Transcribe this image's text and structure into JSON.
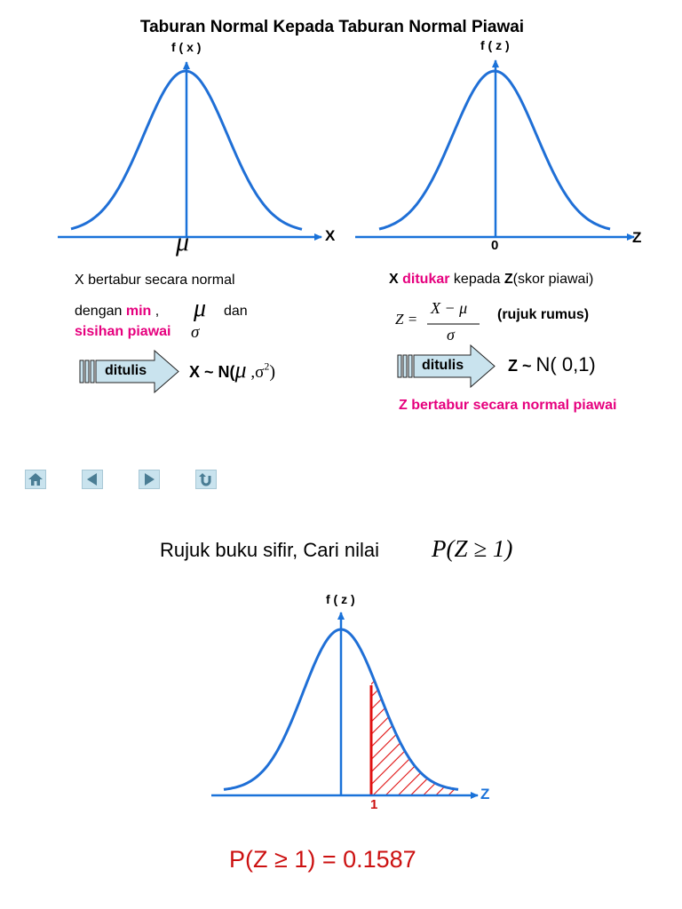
{
  "title": "Taburan Normal Kepada Taburan Normal Piawai",
  "left": {
    "y_label": "f ( x )",
    "x_axis": "X",
    "center": "μ",
    "line1": "X  bertabur secara normal",
    "dengan": "dengan ",
    "min": "min",
    "comma": " ,",
    "mu": "μ",
    "dan": "dan",
    "sisihan": "sisihan piawai",
    "sigma": "σ",
    "arrow_label": "ditulis",
    "formula_prefix": "X ~ N(",
    "formula_mu": "μ",
    "formula_sigma": " ,σ",
    "formula_exp": "2",
    "formula_close": ")"
  },
  "right": {
    "y_label": "f ( z )",
    "x_axis": "Z",
    "center": "0",
    "line1_x": "X",
    "line1_ditukar": "ditukar",
    "line1_kepada": " kepada ",
    "line1_z": "Z",
    "line1_skor": "(skor piawai)",
    "eq_lhs": "Z =",
    "eq_num": "X − μ",
    "eq_den": "σ",
    "rujuk": "(rujuk rumus)",
    "arrow_label": "ditulis",
    "formula_prefix": "Z ~ ",
    "formula_rest": "N( 0,1)",
    "footer": "Z bertabur secara normal piawai"
  },
  "nav": {
    "buttons": [
      {
        "name": "home-icon",
        "label": "home"
      },
      {
        "name": "previous-icon",
        "label": "previous"
      },
      {
        "name": "next-icon",
        "label": "next"
      },
      {
        "name": "return-icon",
        "label": "return"
      }
    ]
  },
  "bottom": {
    "prompt": "Rujuk buku sifir, Cari nilai",
    "prob_expr": "P(Z ≥ 1)",
    "y_label": "f ( z )",
    "x_axis": "Z",
    "tick": "1",
    "result": "P(Z ≥ 1) = 0.1587"
  },
  "colors": {
    "curve": "#1f6fd6",
    "axis": "#1a72d9",
    "pink": "#e6007e",
    "red": "#cc1111",
    "arrow_fill": "#c9e3ee"
  }
}
